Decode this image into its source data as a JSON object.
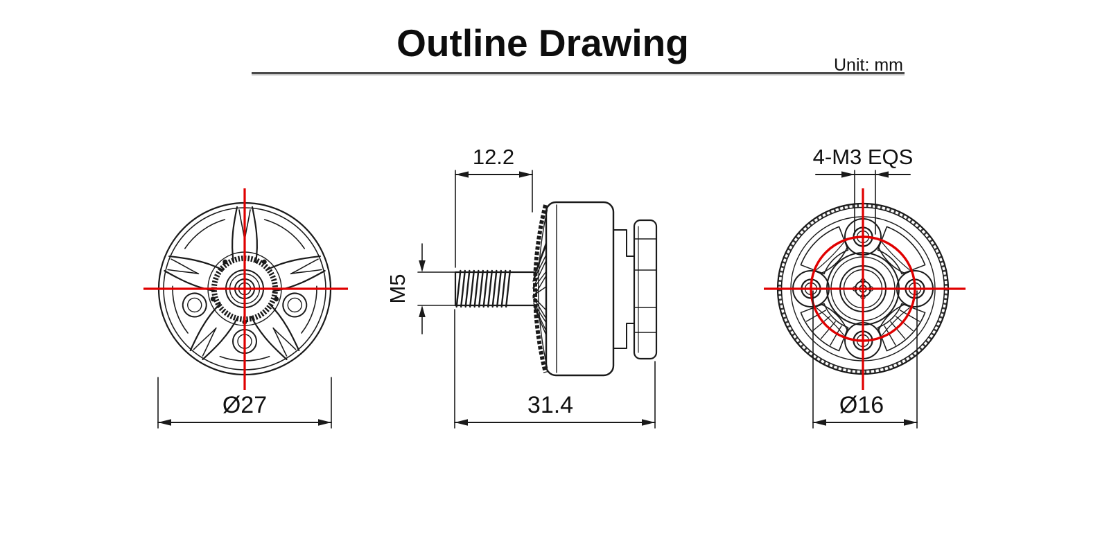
{
  "header": {
    "title": "Outline Drawing",
    "unit": "Unit: mm"
  },
  "front": {
    "diameter": "Ø27"
  },
  "side": {
    "shaft_length": "12.2",
    "thread": "M5",
    "total_length": "31.4"
  },
  "back": {
    "mount_holes": "4-M3 EQS",
    "bolt_circle": "Ø16"
  },
  "colors": {
    "line": "#1a1a1a",
    "centerline_red": "#e00000"
  }
}
